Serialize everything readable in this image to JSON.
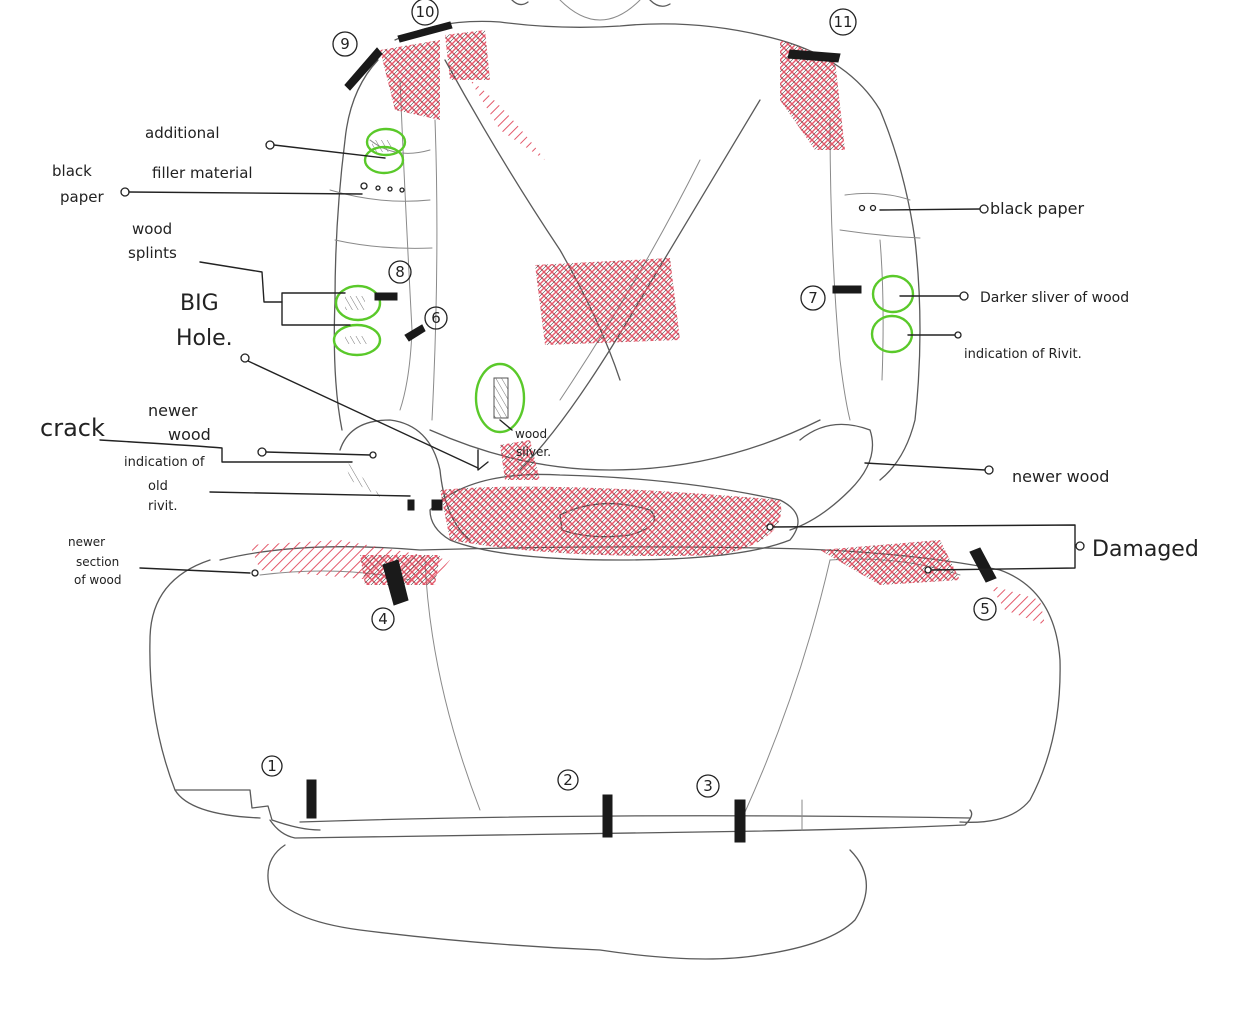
{
  "colors": {
    "damage": "#e0475a",
    "highlight": "#5ac92a",
    "pencil": "#5a5a5a",
    "ink": "#222222"
  },
  "labels": {
    "additional_filler": [
      "additional",
      "filler material"
    ],
    "black_paper_left": [
      "black",
      "paper"
    ],
    "wood_splints": [
      "wood",
      "splints"
    ],
    "big_hole": [
      "BIG",
      "Hole."
    ],
    "crack": "crack",
    "newer_wood_left": [
      "newer",
      "wood"
    ],
    "indication_old_rivit": [
      "indication of",
      "old",
      "rivit."
    ],
    "newer_section": [
      "newer",
      "section",
      "of wood"
    ],
    "wood_sliver": [
      "wood",
      "sliver."
    ],
    "black_paper_right": "black paper",
    "darker_sliver": "Darker sliver of wood",
    "indication_rivit": "indication of Rivit.",
    "newer_wood_right": "newer wood",
    "damaged": "Damaged"
  },
  "markers": [
    "1",
    "2",
    "3",
    "4",
    "5",
    "6",
    "7",
    "8",
    "9",
    "10",
    "11"
  ]
}
